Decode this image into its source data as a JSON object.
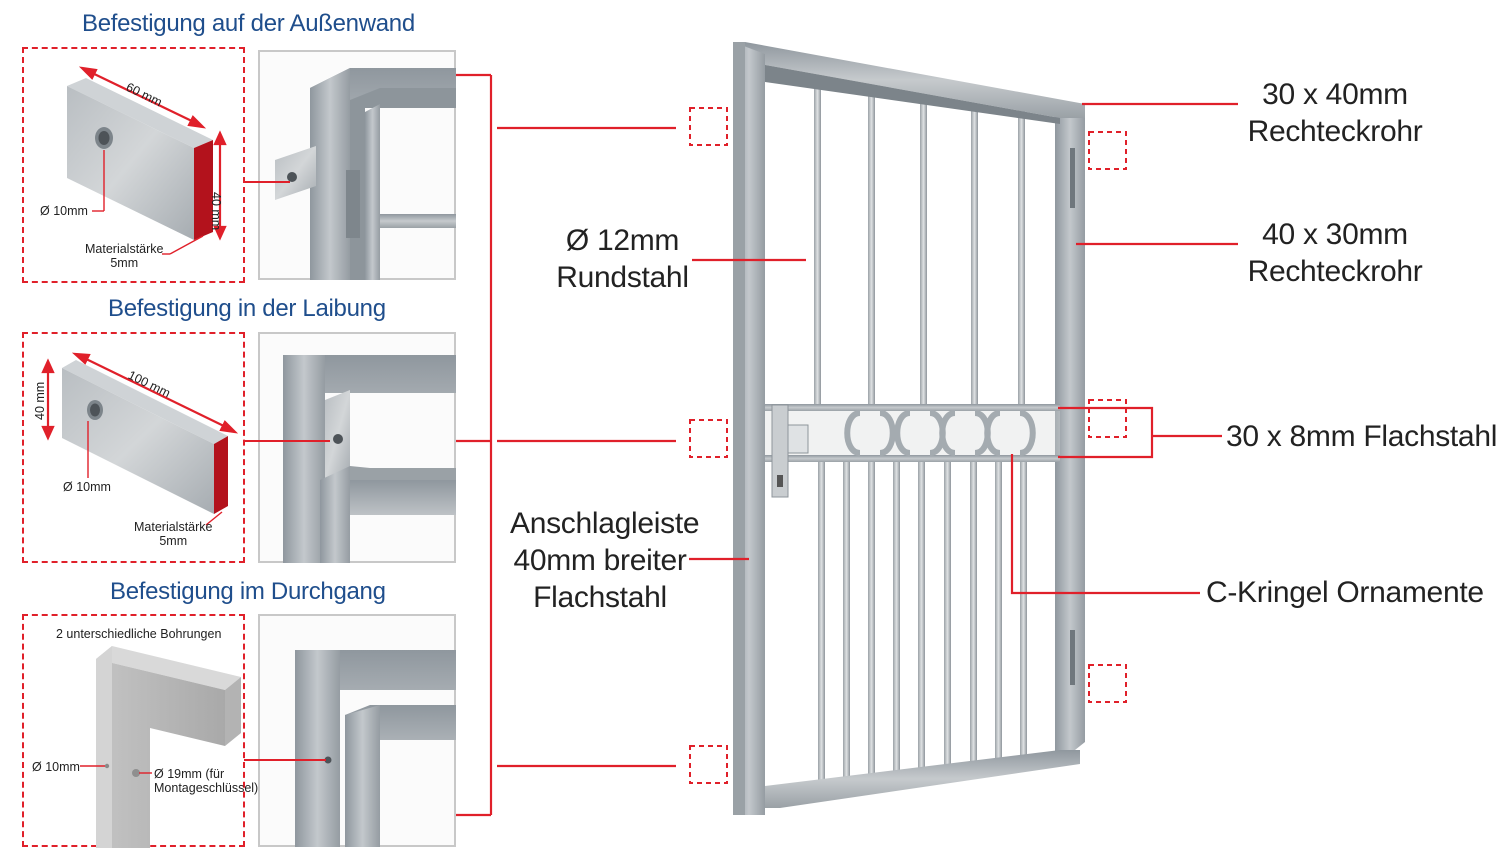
{
  "sections": [
    {
      "title": "Befestigung auf der Außenwand",
      "plate_length": "60 mm",
      "plate_height": "40 mm",
      "hole": "Ø 10mm",
      "thickness_line1": "Materialstärke",
      "thickness_line2": "5mm"
    },
    {
      "title": "Befestigung in der Laibung",
      "plate_length": "100 mm",
      "plate_height": "40 mm",
      "hole": "Ø 10mm",
      "thickness_line1": "Materialstärke",
      "thickness_line2": "5mm"
    },
    {
      "title": "Befestigung im Durchgang",
      "note": "2 unterschiedliche Bohrungen",
      "hole_small": "Ø 10mm",
      "hole_large_line1": "Ø 19mm (für",
      "hole_large_line2": "Montageschlüssel)"
    }
  ],
  "callouts": {
    "top_tube": [
      "30 x 40mm",
      "Rechteckrohr"
    ],
    "side_tube": [
      "40 x 30mm",
      "Rechteckrohr"
    ],
    "round_bar": [
      "Ø 12mm",
      "Rundstahl"
    ],
    "flat_bar": "30 x 8mm Flachstahl",
    "stop_strip": [
      "Anschlagleiste",
      "40mm breiter",
      "Flachstahl"
    ],
    "ornaments": "C-Kringel Ornamente"
  },
  "colors": {
    "accent_red": "#e0202a",
    "title_blue": "#1f4e8c",
    "steel": "#a9b0b6",
    "plate_edge": "#b3121c"
  }
}
